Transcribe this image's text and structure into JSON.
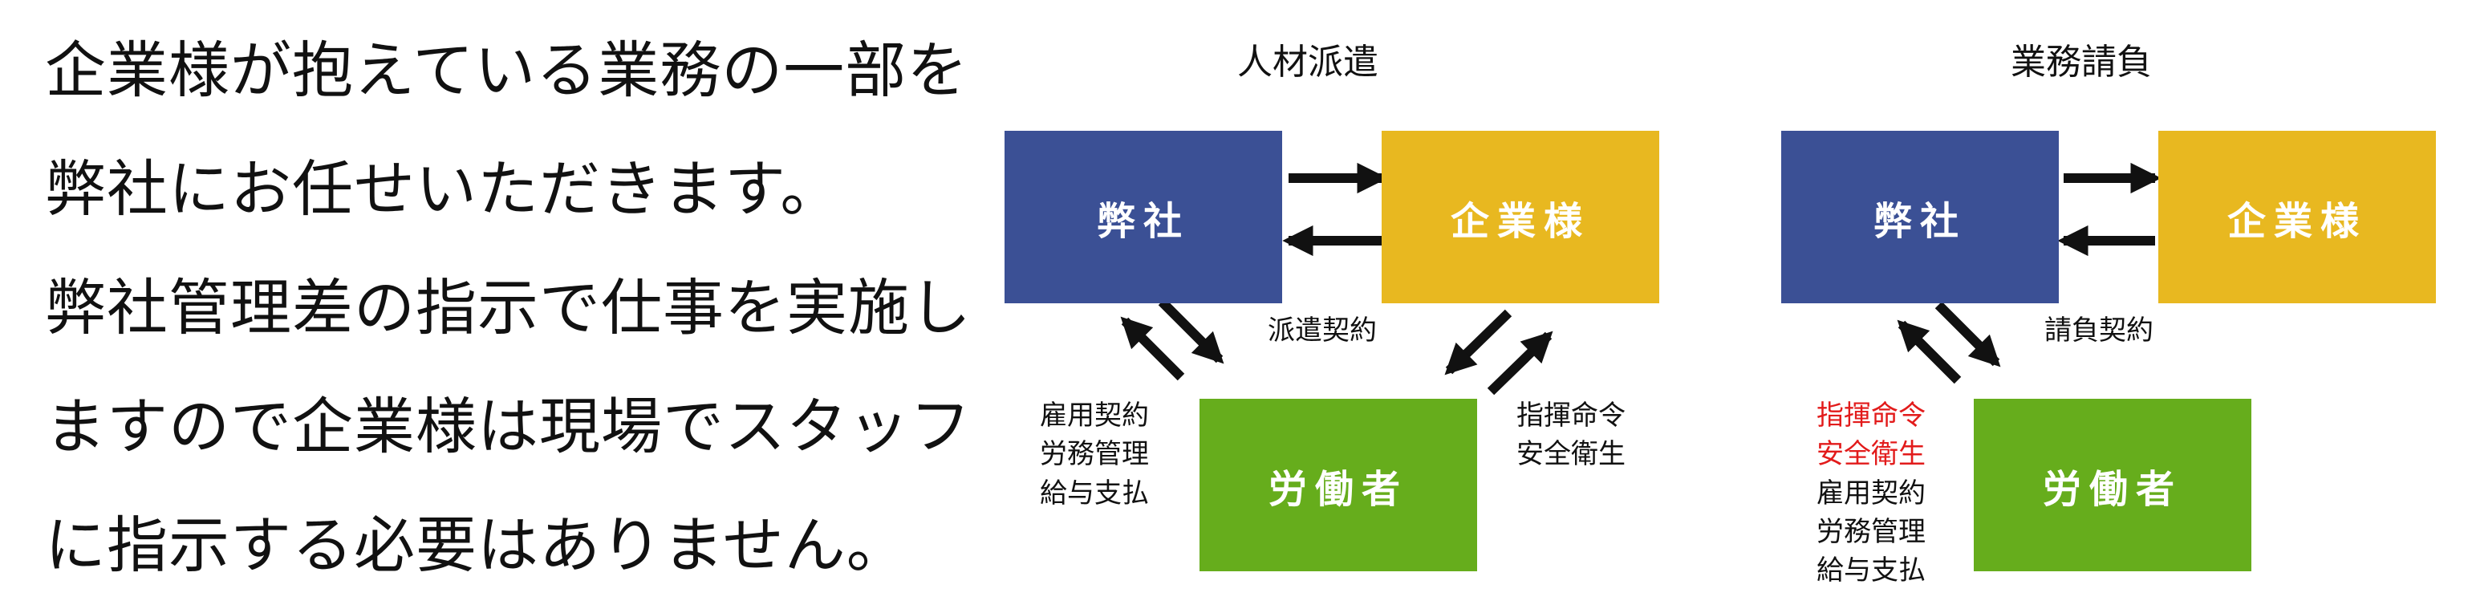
{
  "intro": {
    "lines": [
      "企業様が抱えている業務の一部を",
      "弊社にお任せいただきます。",
      "弊社管理差の指示で仕事を実施し",
      "ますので企業様は現場でスタッフ",
      "に指示する必要はありません。"
    ]
  },
  "dispatch": {
    "title": "人材派遣",
    "self_label": "弊社",
    "client_label": "企業様",
    "worker_label": "労働者",
    "contract_label": "派遣契約",
    "left_labels": [
      "雇用契約",
      "労務管理",
      "給与支払"
    ],
    "right_labels": [
      "指揮命令",
      "安全衛生"
    ]
  },
  "contracting": {
    "title": "業務請負",
    "self_label": "弊社",
    "client_label": "企業様",
    "worker_label": "労働者",
    "contract_label": "請負契約",
    "left_labels_red": [
      "指揮命令",
      "安全衛生"
    ],
    "left_labels": [
      "雇用契約",
      "労務管理",
      "給与支払"
    ]
  },
  "colors": {
    "self_box": "#3b5095",
    "client_box": "#e8b820",
    "worker_box": "#66ad1c",
    "highlight_text": "#e21b1b",
    "arrow": "#111111"
  }
}
